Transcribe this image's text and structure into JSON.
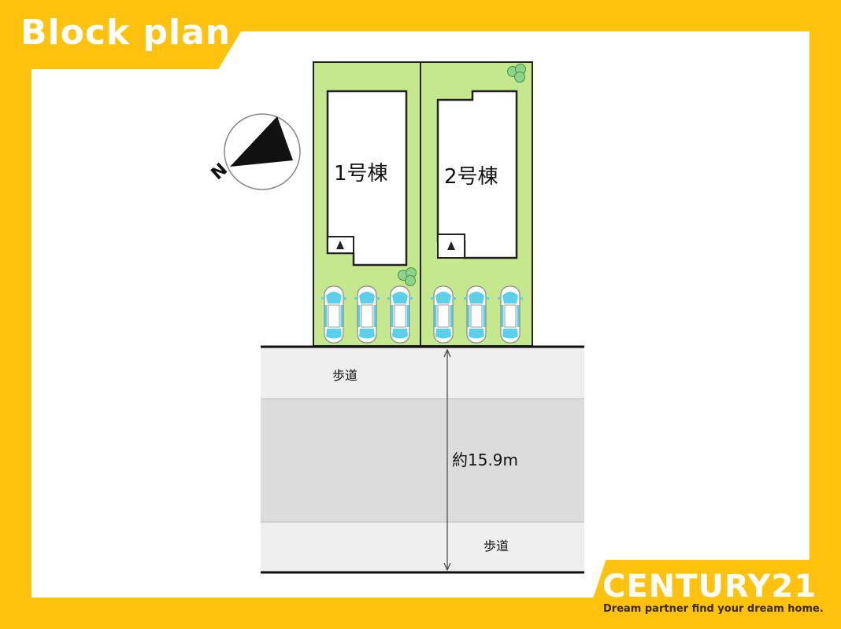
{
  "header": {
    "title": "Block plan"
  },
  "lots": [
    {
      "label": "1号棟",
      "parking_spaces": 3
    },
    {
      "label": "2号棟",
      "parking_spaces": 3
    }
  ],
  "compass": {
    "north_label": "N"
  },
  "road": {
    "sidewalk_top_label": "歩道",
    "sidewalk_bottom_label": "歩道",
    "width_label": "約15.9m"
  },
  "brand": {
    "name": "CENTURY21",
    "tagline": "Dream partner find your dream home."
  },
  "colors": {
    "frame": "#ffc20e",
    "lot_green": "#c5e88e",
    "road_gray": "#dcdcdc",
    "sidewalk_gray": "#efefef",
    "car_cyan": "#5cd0ea"
  }
}
